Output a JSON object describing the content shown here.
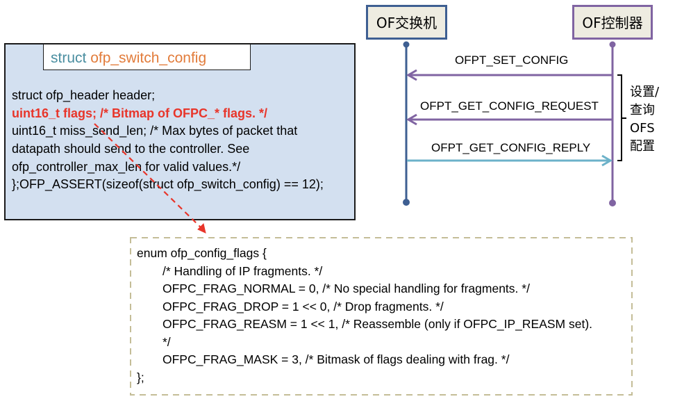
{
  "struct_panel": {
    "title_keyword": "struct",
    "title_name": "ofp_switch_config",
    "lines": [
      {
        "text": "struct ofp_header header;",
        "highlight": false
      },
      {
        "text": "uint16_t flags; /* Bitmap of OFPC_* flags. */",
        "highlight": true
      },
      {
        "text": "uint16_t miss_send_len; /* Max bytes of packet that",
        "highlight": false
      },
      {
        "text": "datapath should send to the controller. See",
        "highlight": false
      },
      {
        "text": "ofp_controller_max_len for valid values.*/",
        "highlight": false
      },
      {
        "text": "};OFP_ASSERT(sizeof(struct ofp_switch_config) == 12);",
        "highlight": false
      }
    ],
    "highlight_color": "#e8352a"
  },
  "sequence": {
    "actors": {
      "switch": {
        "label": "OF交换机",
        "color": "#3e5f92"
      },
      "controller": {
        "label": "OF控制器",
        "color": "#8064a2"
      }
    },
    "messages": [
      {
        "label": "OFPT_SET_CONFIG",
        "from": "controller",
        "to": "switch",
        "color": "#8064a2"
      },
      {
        "label": "OFPT_GET_CONFIG_REQUEST",
        "from": "controller",
        "to": "switch",
        "color": "#8064a2"
      },
      {
        "label": "OFPT_GET_CONFIG_REPLY",
        "from": "switch",
        "to": "controller",
        "color": "#6cb2c9"
      }
    ],
    "bracket_label_lines": [
      "设置/",
      "查询",
      "OFS",
      "配置"
    ]
  },
  "enum_panel": {
    "lines": [
      {
        "text": "enum ofp_config_flags {",
        "indent": false
      },
      {
        "text": "/* Handling of IP fragments. */",
        "indent": true
      },
      {
        "text": "OFPC_FRAG_NORMAL = 0, /* No special handling for fragments. */",
        "indent": true
      },
      {
        "text": "OFPC_FRAG_DROP = 1 << 0, /* Drop fragments. */",
        "indent": true
      },
      {
        "text": "OFPC_FRAG_REASM = 1 << 1, /* Reassemble (only if OFPC_IP_REASM set).",
        "indent": true
      },
      {
        "text": "*/",
        "indent": true
      },
      {
        "text": "OFPC_FRAG_MASK = 3, /* Bitmask of flags dealing with frag. */",
        "indent": true
      },
      {
        "text": "};",
        "indent": false
      }
    ],
    "border_color": "#c4bd97"
  },
  "connector": {
    "color": "#e8352a",
    "from": "struct_panel.flags",
    "to": "enum_panel"
  }
}
